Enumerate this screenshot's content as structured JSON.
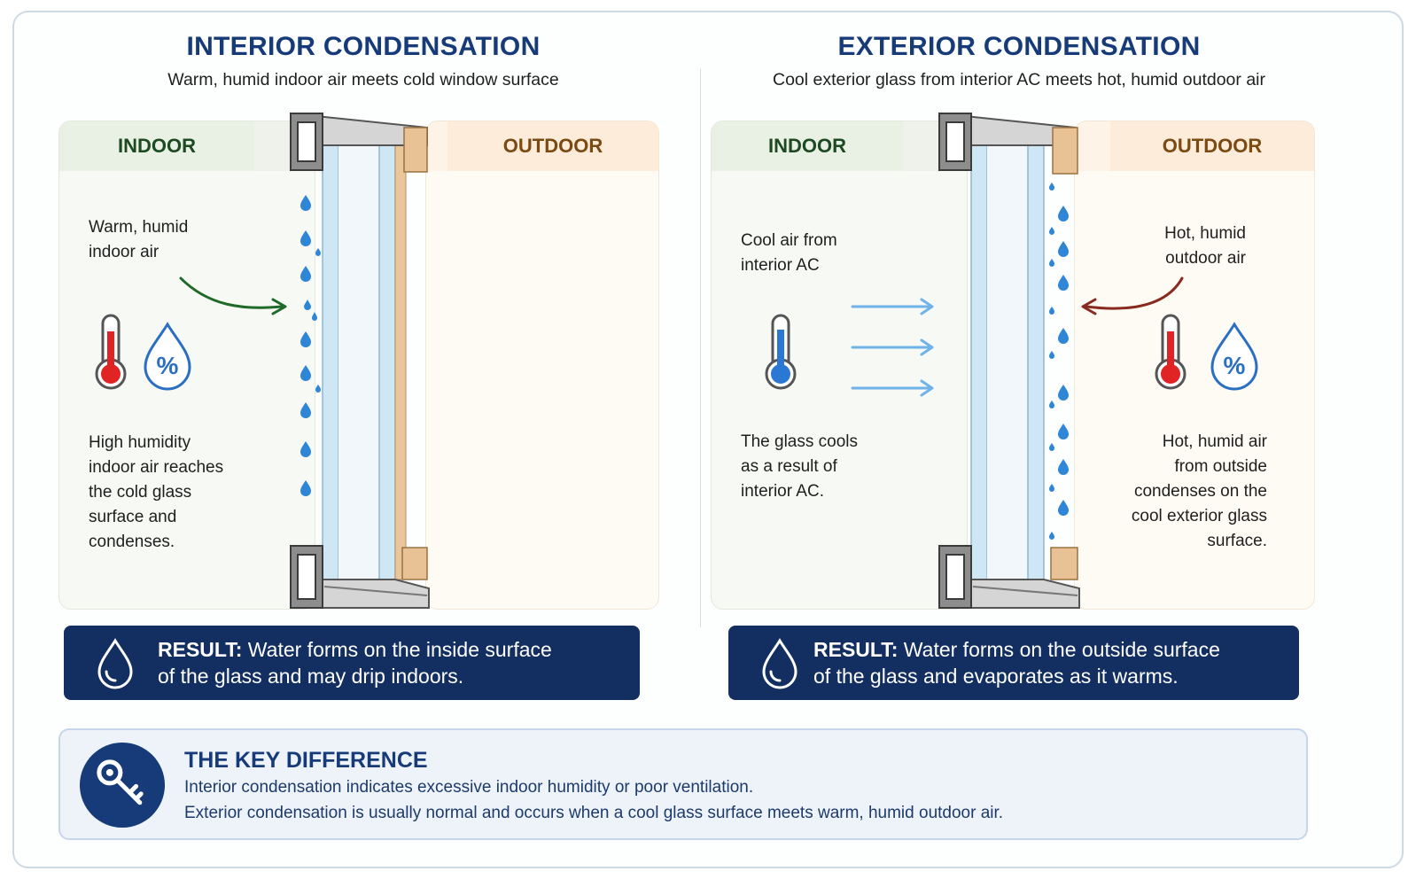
{
  "left": {
    "title": "INTERIOR CONDENSATION",
    "subtitle": "Warm, humid indoor air meets cold window surface",
    "indoor_label": "INDOOR",
    "outdoor_label": "OUTDOOR",
    "air_label_1": "Warm, humid",
    "air_label_2": "indoor air",
    "desc_1": "High humidity",
    "desc_2": "indoor air reaches",
    "desc_3": "the cold glass",
    "desc_4": "surface and",
    "desc_5": "condenses.",
    "result_label": "RESULT:",
    "result_1": " Water forms on the inside surface",
    "result_2": "of the glass and may drip indoors."
  },
  "right": {
    "title": "EXTERIOR CONDENSATION",
    "subtitle": "Cool exterior glass from interior AC meets hot, humid outdoor air",
    "indoor_label": "INDOOR",
    "outdoor_label": "OUTDOOR",
    "cool_label_1": "Cool air from",
    "cool_label_2": "interior AC",
    "hot_label_1": "Hot, humid",
    "hot_label_2": "outdoor air",
    "glass_1": "The glass cools",
    "glass_2": "as a result of",
    "glass_3": "interior AC.",
    "out_1": "Hot, humid air",
    "out_2": "from outside",
    "out_3": "condenses on the",
    "out_4": "cool exterior glass",
    "out_5": "surface.",
    "result_label": "RESULT:",
    "result_1": " Water forms on the outside surface",
    "result_2": "of the glass and evaporates as it warms."
  },
  "key": {
    "title": "THE KEY DIFFERENCE",
    "line_1": "Interior condensation indicates excessive indoor humidity or poor ventilation.",
    "line_2": "Exterior condensation is usually normal and occurs when a cool glass surface meets warm, humid outdoor air."
  },
  "icons": [
    "thermometer-hot-icon",
    "humidity-percent-icon",
    "thermometer-cold-icon",
    "water-drop-icon",
    "key-icon"
  ],
  "colors": {
    "title_blue": "#163b78",
    "result_bg": "#132f62",
    "indoor_green": "#1e4a22",
    "outdoor_brown": "#7a4a12",
    "droplet_blue": "#2f86d6",
    "hot_red": "#e02424",
    "cold_blue": "#2a78d4"
  }
}
